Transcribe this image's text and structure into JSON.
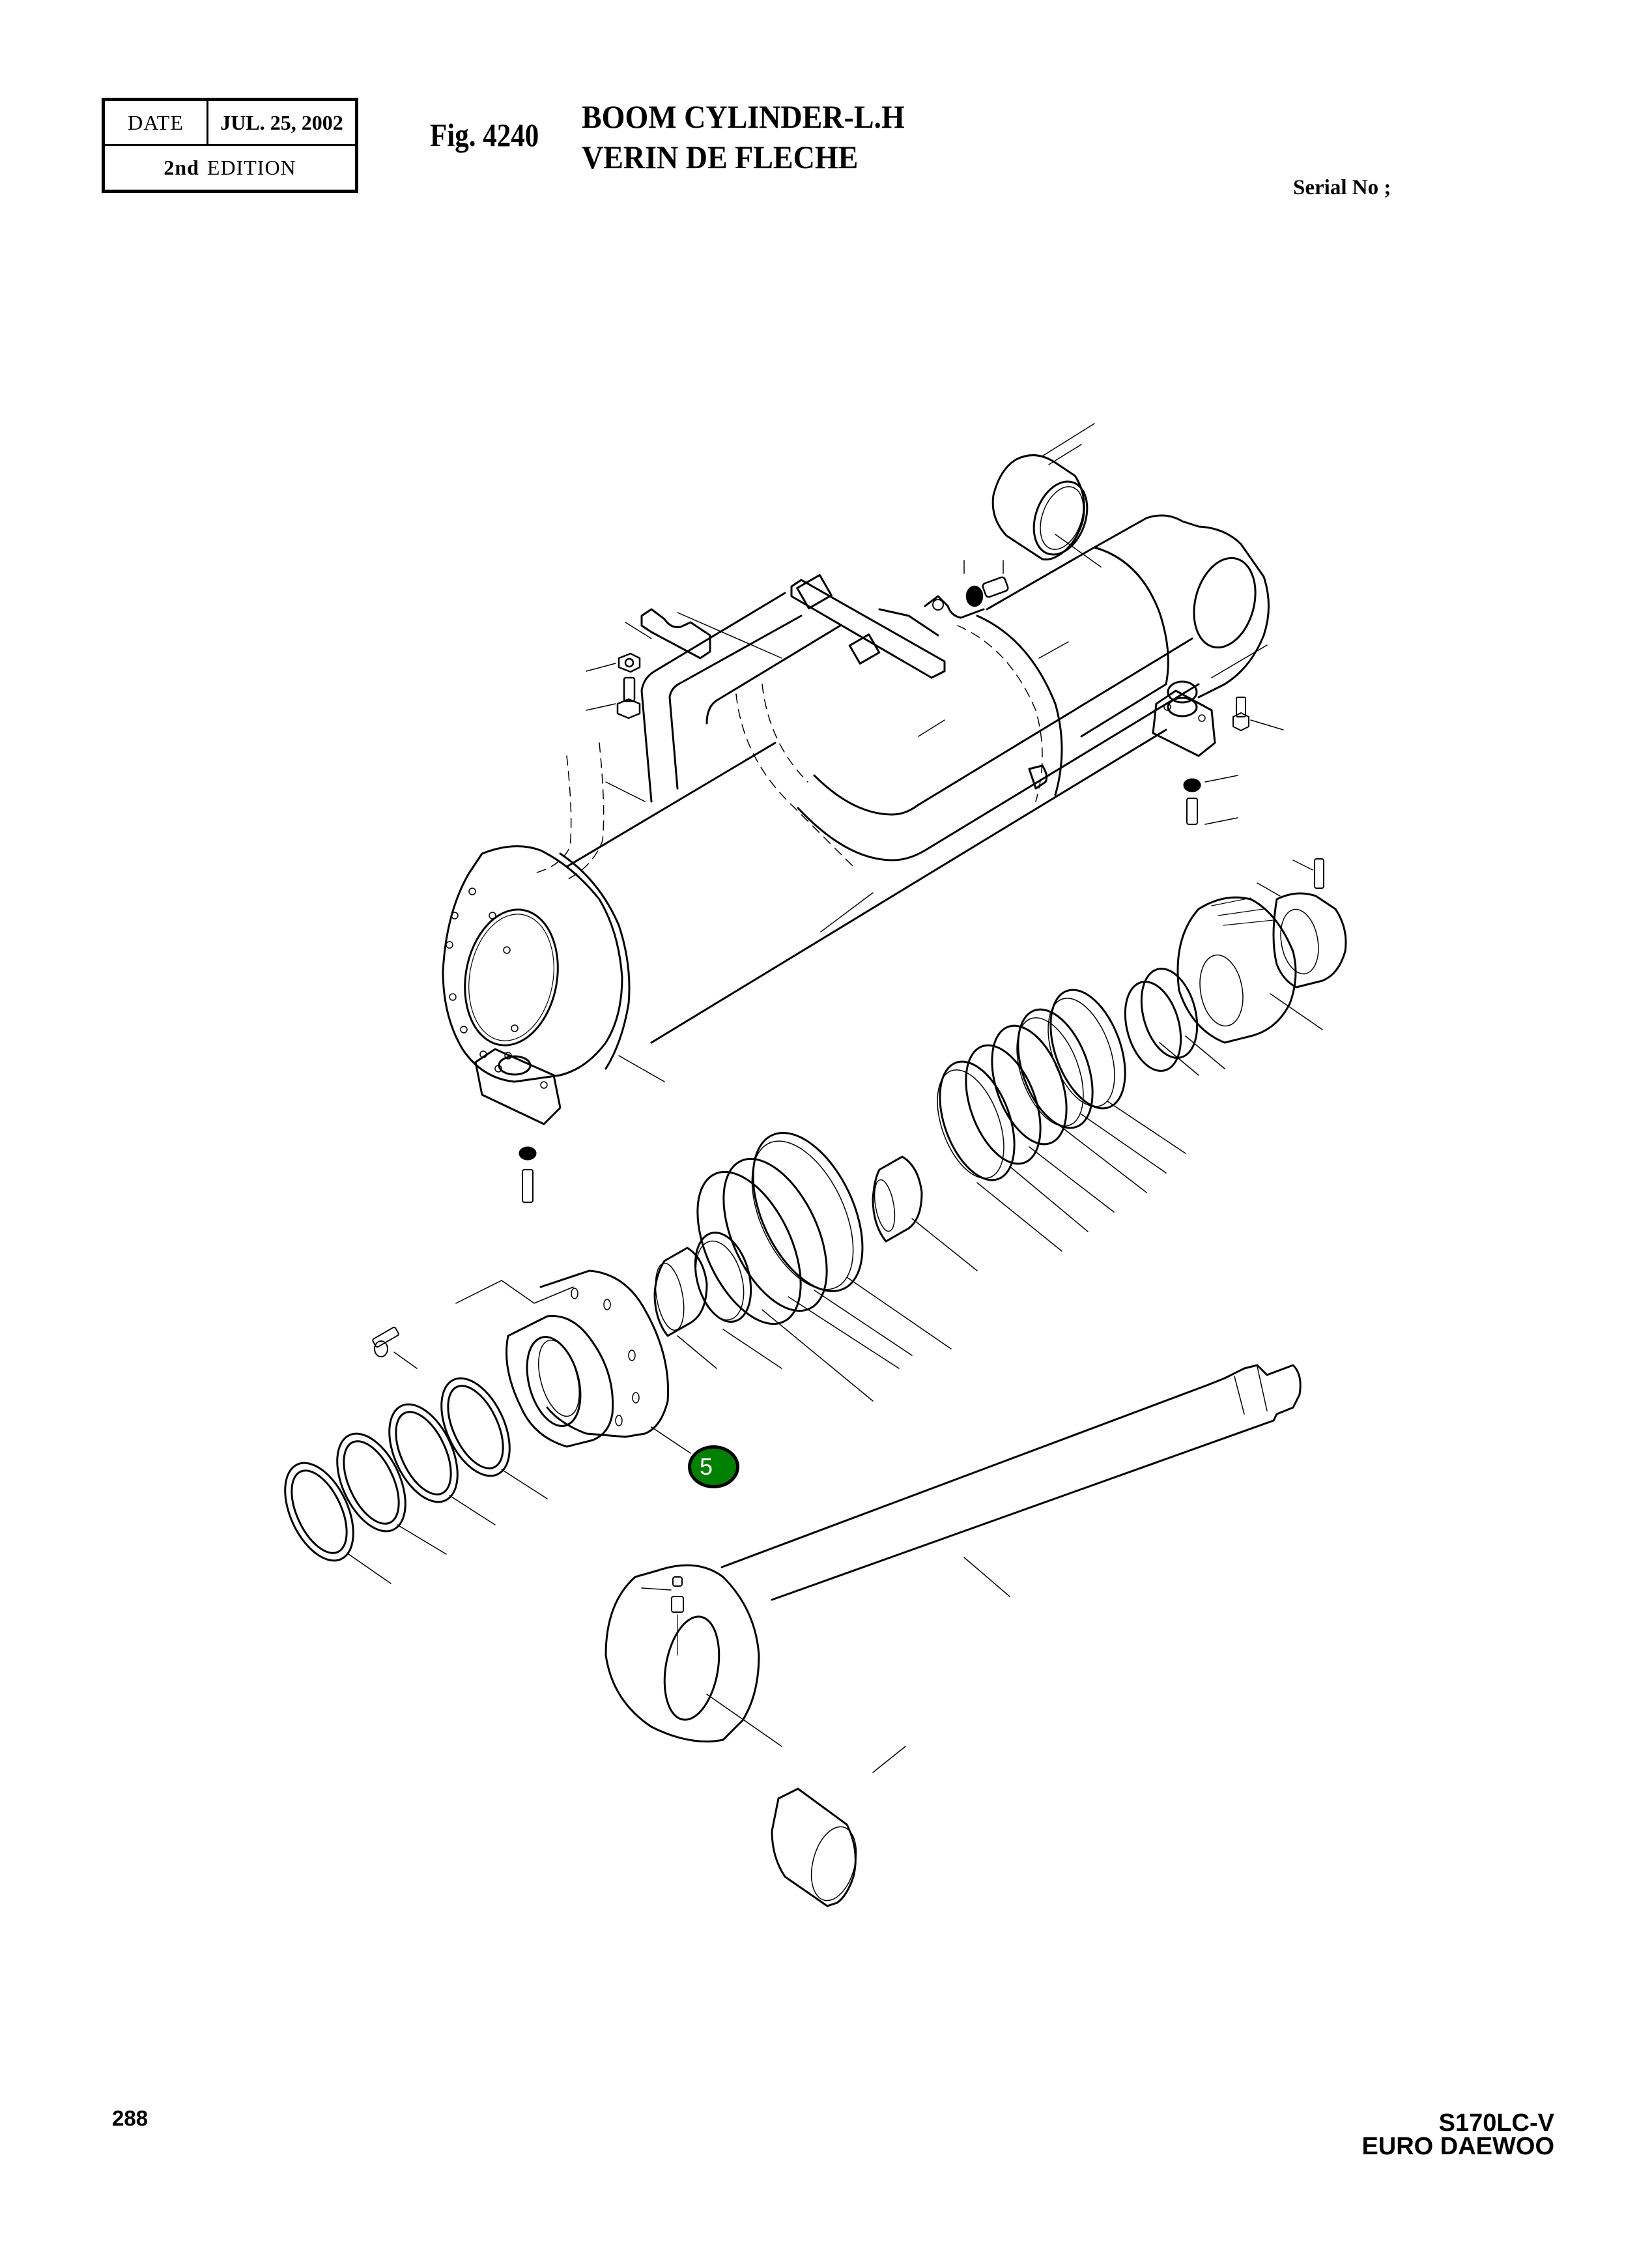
{
  "header": {
    "date_label": "DATE",
    "date_value": "JUL. 25, 2002",
    "edition_ordinal": "2nd",
    "edition_label": "EDITION",
    "fig_number": "Fig. 4240",
    "title_en": "BOOM CYLINDER-L.H",
    "title_fr": "VERIN DE FLECHE",
    "serial_label": "Serial No ;"
  },
  "drawing": {
    "description": "Exploded view of boom cylinder (left hand)",
    "callouts": [
      {
        "number": "5",
        "color": "#008000",
        "text_color": "#ffffff"
      }
    ]
  },
  "footer": {
    "page_number": "288",
    "model": "S170LC-V",
    "brand": "EURO DAEWOO"
  }
}
